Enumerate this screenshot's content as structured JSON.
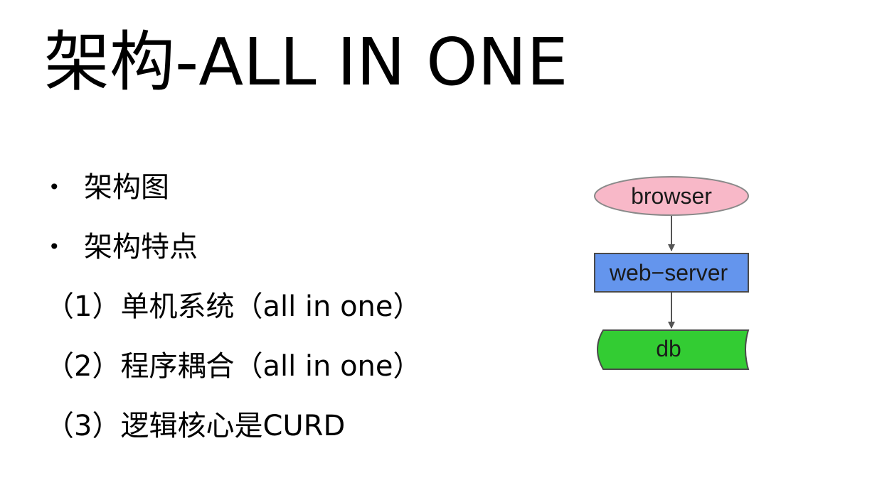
{
  "title": "架构-ALL IN ONE",
  "bullets": [
    {
      "marker": "•",
      "text": "架构图"
    },
    {
      "marker": "•",
      "text": "架构特点"
    }
  ],
  "numbered": [
    "（1）单机系统（all in one）",
    "（2）程序耦合（all in one）",
    "（3）逻辑核心是CURD"
  ],
  "diagram": {
    "nodes": [
      {
        "id": "browser",
        "label": "browser",
        "shape": "ellipse",
        "fill": "#f8b8c8",
        "stroke": "#8a8a8a"
      },
      {
        "id": "web-server",
        "label": "web−server",
        "shape": "box",
        "fill": "#6495ed",
        "stroke": "#4a4a4a"
      },
      {
        "id": "db",
        "label": "db",
        "shape": "storage",
        "fill": "#33cc33",
        "stroke": "#4a4a4a"
      }
    ],
    "edges": [
      {
        "from": "browser",
        "to": "web-server"
      },
      {
        "from": "web-server",
        "to": "db"
      }
    ],
    "edge_color": "#555555"
  }
}
